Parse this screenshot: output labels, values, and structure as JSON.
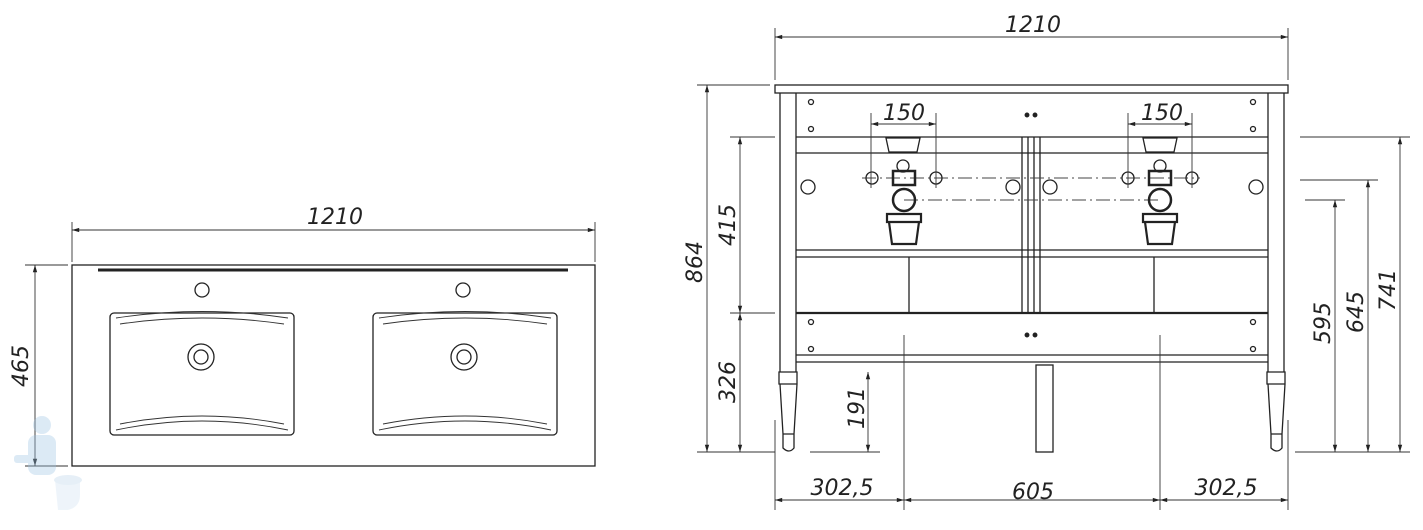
{
  "plan_view": {
    "width_label": "1210",
    "depth_label": "465"
  },
  "front_view": {
    "width_label": "1210",
    "height_label": "864",
    "upper_label": "415",
    "lower_label": "326",
    "leg_clearance_label": "191",
    "left_spacing_label": "150",
    "right_spacing_label": "150",
    "offset_left_label": "302,5",
    "center_spacing_label": "605",
    "offset_right_label": "302,5",
    "drain_height_label": "595",
    "pipe_height_label": "645",
    "top_height_label": "741"
  },
  "colors": {
    "line": "#222222",
    "watermark": "#d6e6f2"
  }
}
